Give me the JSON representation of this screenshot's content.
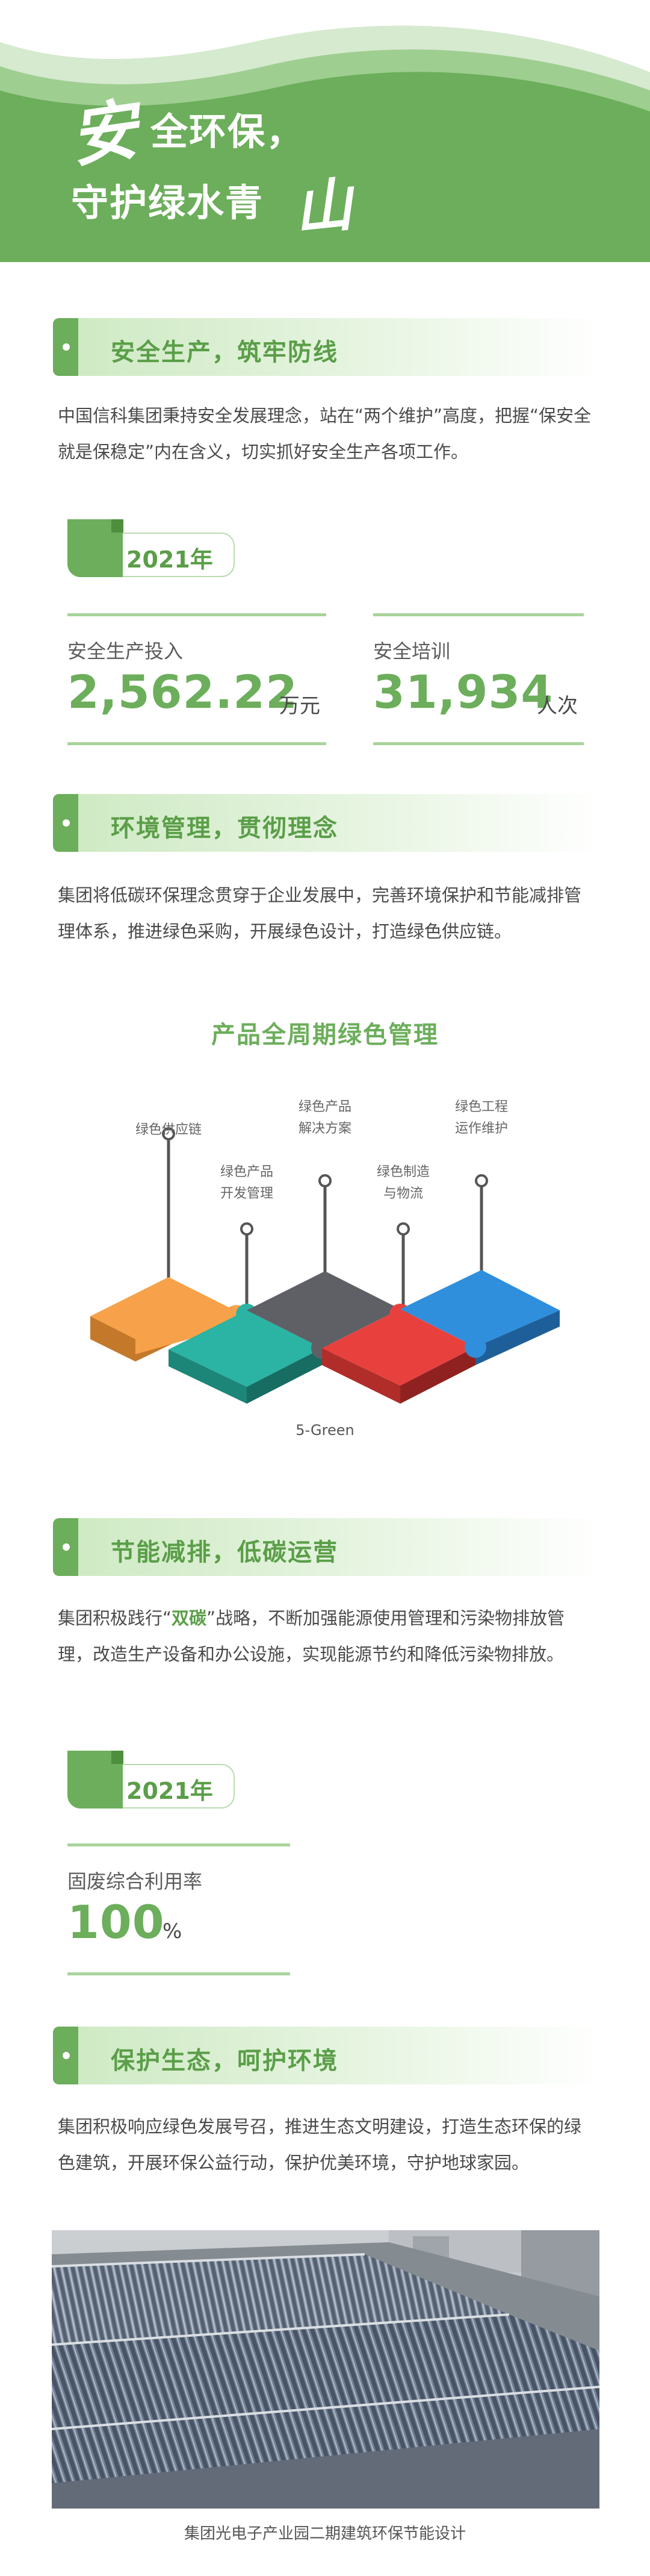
{
  "header": {
    "calli_1": "安",
    "line1": "全环保，",
    "line2": "守护绿水青",
    "calli_2": "山"
  },
  "sections": [
    {
      "title": "安全生产，筑牢防线",
      "paragraph": "中国信科集团秉持安全发展理念，站在“两个维护”高度，把握“保安全就是保稳定”内在含义，切实抓好安全生产各项工作。",
      "year": "2021年",
      "stats": [
        {
          "label": "安全生产投入",
          "value": "2,562.22",
          "unit": "万元"
        },
        {
          "label": "安全培训",
          "value": "31,934",
          "unit": "人次"
        }
      ]
    },
    {
      "title": "环境管理，贯彻理念",
      "paragraph": "集团将低碳环保理念贯穿于企业发展中，完善环境保护和节能减排管理体系，推进绿色采购，开展绿色设计，打造绿色供应链。"
    },
    {
      "title": "节能减排，低碳运营",
      "paragraph_before": "集团积极践行“",
      "paragraph_highlight": "双碳",
      "paragraph_after": "”战略，不断加强能源使用管理和污染物排放管理，改造生产设备和办公设施，实现能源节约和降低污染物排放。",
      "year": "2021年",
      "stats": [
        {
          "label": "固废综合利用率",
          "value": "100",
          "unit": "%"
        }
      ]
    },
    {
      "title": "保护生态，呵护环境",
      "paragraph": "集团积极响应绿色发展号召，推进生态文明建设，打造生态环保的绿色建筑，开展环保公益行动，保护优美环境，守护地球家园。"
    }
  ],
  "infographic": {
    "title": "产品全周期绿色管理",
    "labels": {
      "supply_chain": "绿色供应链",
      "product_dev_1": "绿色产品",
      "product_dev_2": "开发管理",
      "solutions_1": "绿色产品",
      "solutions_2": "解决方案",
      "manufacturing_1": "绿色制造",
      "manufacturing_2": "与物流",
      "engineering_1": "绿色工程",
      "engineering_2": "运作维护"
    },
    "caption": "5-Green",
    "colors": {
      "orange": "#f7a24a",
      "teal": "#2bb3a3",
      "gray": "#5f5f66",
      "red": "#e8413d",
      "blue": "#2f8fdc"
    }
  },
  "photo": {
    "caption": "集团光电子产业园二期建筑环保节能设计"
  },
  "colors": {
    "brand_green": "#6cae5b",
    "light_green": "#cde9c2"
  }
}
